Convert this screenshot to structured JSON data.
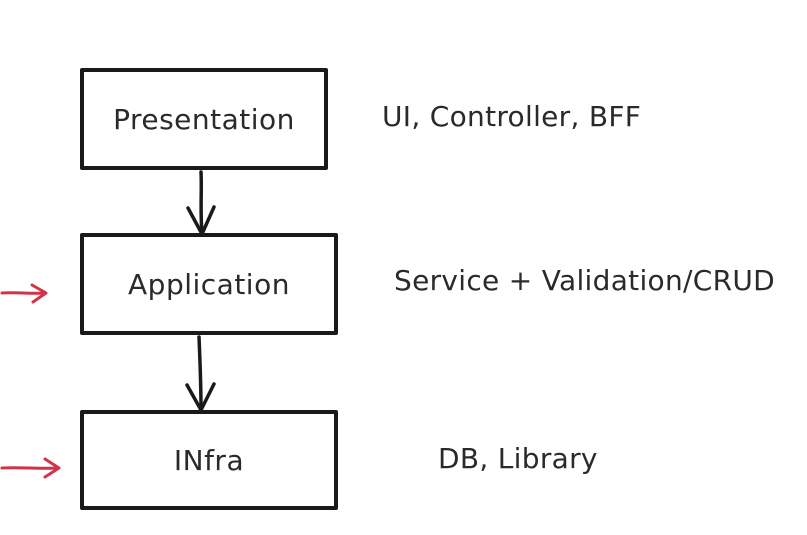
{
  "diagram": {
    "layers": [
      {
        "id": "presentation",
        "label": "Presentation",
        "description": "UI, Controller, BFF",
        "marked": false
      },
      {
        "id": "application",
        "label": "Application",
        "description": "Service + Validation/CRUD",
        "marked": true
      },
      {
        "id": "infra",
        "label": "INfra",
        "description": "DB, Library",
        "marked": true
      }
    ],
    "colors": {
      "stroke": "#1a1a1a",
      "text": "#2a2a2a",
      "marker": "#d0344a",
      "background": "#ffffff"
    }
  }
}
